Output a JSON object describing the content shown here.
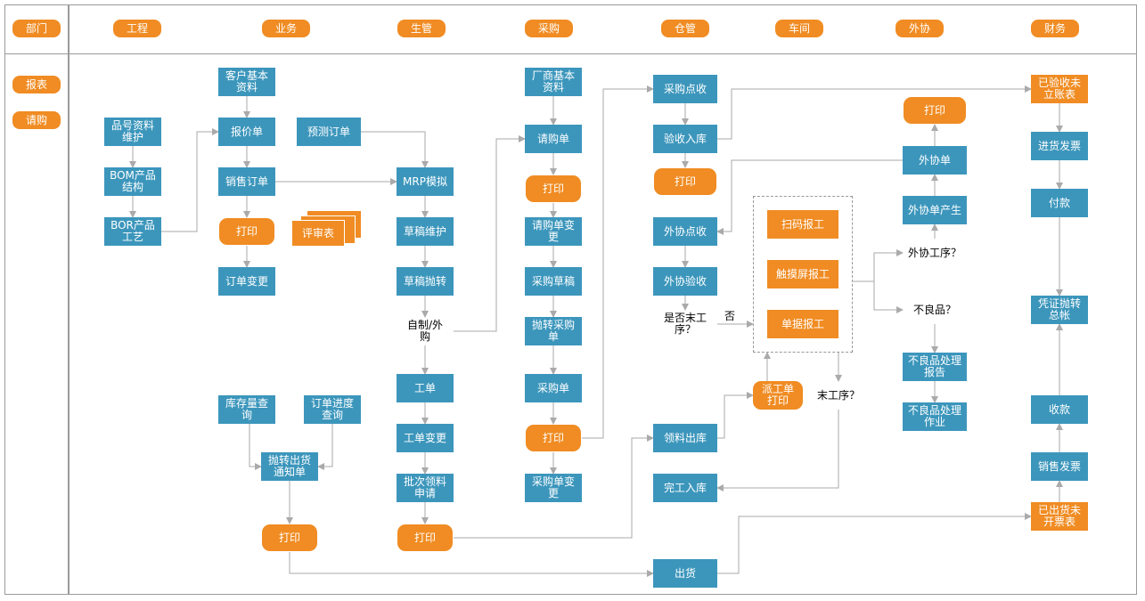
{
  "colors": {
    "blue": "#3c96bc",
    "orange": "#f08c23",
    "diamond": "#fbc295",
    "line": "#aaaaaa"
  },
  "departments": {
    "dept": "部门",
    "engineering": "工程",
    "business": "业务",
    "production": "生管",
    "purchasing": "采购",
    "warehouse": "仓管",
    "workshop": "车间",
    "outsourcing": "外协",
    "finance": "财务"
  },
  "sidebar": {
    "report": "报表",
    "request": "请购"
  },
  "engineering": {
    "item_data": "品号资料\n维护",
    "bom": "BOM产品\n结构",
    "bor": "BOR产品\n工艺"
  },
  "business": {
    "customer": "客户基本\n资料",
    "quote": "报价单",
    "forecast": "预测订单",
    "sales_order": "销售订单",
    "print1": "打印",
    "review": "评审表",
    "order_change": "订单变更",
    "stock_query": "库存量查\n询",
    "progress_query": "订单进度\n查询",
    "ship_notice": "抛转出货\n通知单",
    "print2": "打印"
  },
  "production": {
    "mrp": "MRP模拟",
    "draft_maint": "草稿维护",
    "draft_transfer": "草稿抛转",
    "make_or_out": "自制/外\n购",
    "work_order": "工单",
    "wo_change": "工单变更",
    "batch_request": "批次领料\n申请",
    "print": "打印"
  },
  "purchasing": {
    "vendor": "厂商基本\n资料",
    "requisition": "请购单",
    "print1": "打印",
    "req_change": "请购单变\n更",
    "po_draft": "采购草稿",
    "transfer_po": "抛转采购\n单",
    "po": "采购单",
    "print2": "打印",
    "po_change": "采购单变\n更"
  },
  "warehouse": {
    "receive": "采购点收",
    "inspect_in": "验收入库",
    "print": "打印",
    "out_receive": "外协点收",
    "out_inspect": "外协验收",
    "last_process": "是否末工\n序？",
    "no_label": "否",
    "issue": "领料出库",
    "finish_in": "完工入库",
    "ship": "出货"
  },
  "workshop": {
    "scan": "扫码报工",
    "touch": "触摸屏报工",
    "form": "单据报工",
    "dispatch": "派工单\n打印",
    "last_proc": "末工序？"
  },
  "outsourcing": {
    "print": "打印",
    "order": "外协单",
    "gen": "外协单产生",
    "q_out": "外协工序？",
    "q_bad": "不良品？",
    "bad_report": "不良品处理\n报告",
    "bad_work": "不良品处理\n作业"
  },
  "finance": {
    "uninvoiced_in": "已验收未\n立账表",
    "purchase_invoice": "进货发票",
    "payment": "付款",
    "voucher": "凭证抛转\n总帐",
    "collect": "收款",
    "sales_invoice": "销售发票",
    "uninvoiced_out": "已出货未\n开票表"
  }
}
